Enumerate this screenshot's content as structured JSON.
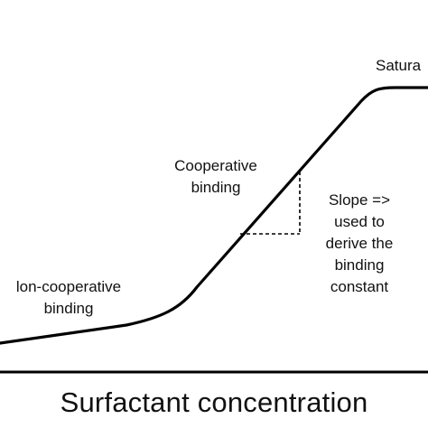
{
  "diagram": {
    "x_axis_title": "Surfactant concentration",
    "labels": {
      "saturation": "Satura",
      "cooperative": [
        "Cooperative",
        "binding"
      ],
      "slope_note": [
        "Slope =>",
        "used to",
        "derive the",
        "binding",
        "constant"
      ],
      "non_cooperative": [
        "lon-cooperative",
        "binding"
      ]
    },
    "colors": {
      "curve": "#000000",
      "axis": "#000000",
      "guide": "#000000",
      "background": "#ffffff"
    }
  }
}
